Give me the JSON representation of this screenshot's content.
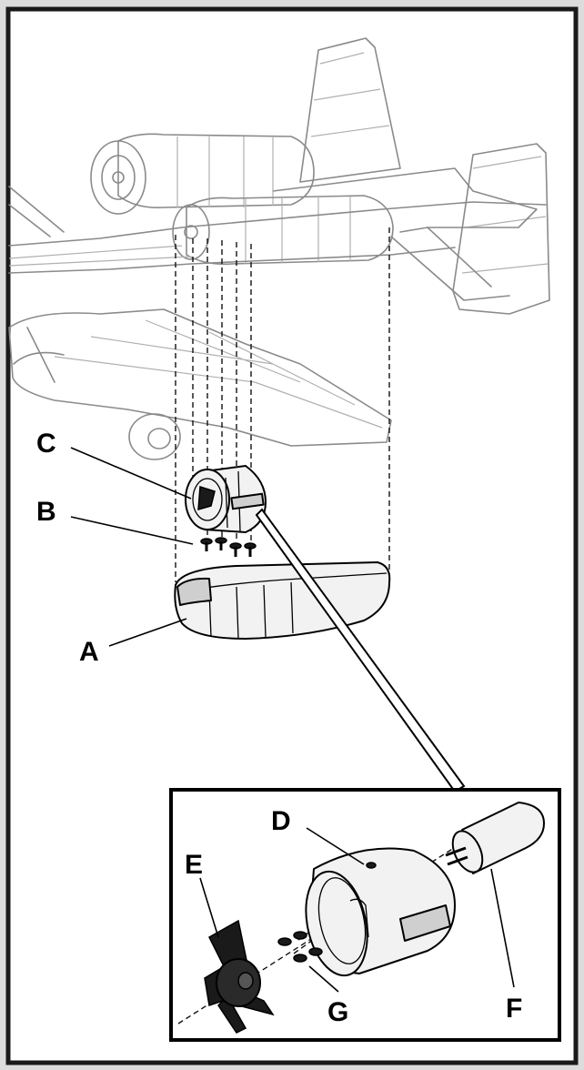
{
  "callouts": {
    "A": "A",
    "B": "B",
    "C": "C",
    "D": "D",
    "E": "E",
    "F": "F",
    "G": "G"
  },
  "colors": {
    "background": "#dcdcdc",
    "panel": "#ffffff",
    "airframe_line": "#8a8a8a",
    "ink": "#000000"
  }
}
